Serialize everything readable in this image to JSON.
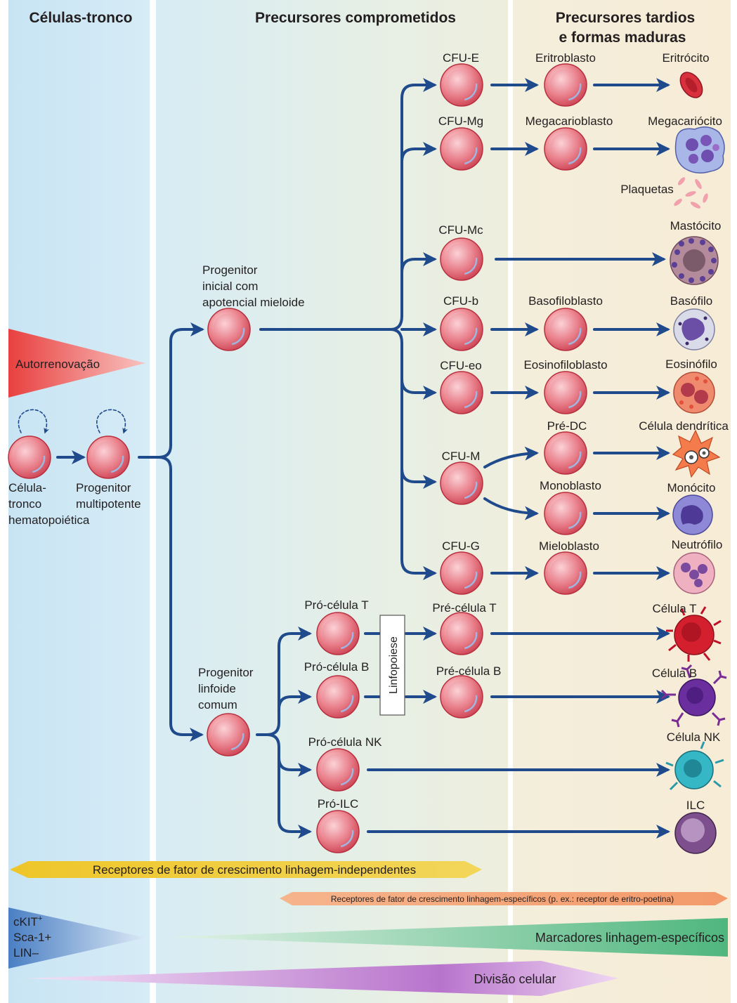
{
  "columns": {
    "stem": "Células-tronco",
    "committed": "Precursores comprometidos",
    "late_line1": "Precursores tardios",
    "late_line2": "e formas maduras"
  },
  "stem": {
    "hsc": [
      "Célula-",
      "tronco",
      "hematopoiética"
    ],
    "mpp": [
      "Progenitor",
      "multipotente"
    ],
    "self_renewal": "Autorrenovação"
  },
  "myeloid_progenitor": [
    "Progenitor",
    "inicial com",
    "apotencial mieloide"
  ],
  "lymphoid_progenitor": [
    "Progenitor",
    "linfoide",
    "comum"
  ],
  "myeloid_rows": [
    {
      "cfu": "CFU-E",
      "precursor": "Eritroblasto",
      "mature": "Eritrócito"
    },
    {
      "cfu": "CFU-Mg",
      "precursor": "Megacarioblasto",
      "mature": "Megacariócito"
    },
    {
      "cfu": "CFU-Mc",
      "precursor": "",
      "mature": "Mastócito"
    },
    {
      "cfu": "CFU-b",
      "precursor": "Basofiloblasto",
      "mature": "Basófilo"
    },
    {
      "cfu": "CFU-eo",
      "precursor": "Eosinofiloblasto",
      "mature": "Eosinófilo"
    },
    {
      "cfu": "CFU-M",
      "precursor": "Pré-DC",
      "mature": "Célula dendrítica"
    },
    {
      "cfu": "",
      "precursor": "Monoblasto",
      "mature": "Monócito"
    },
    {
      "cfu": "CFU-G",
      "precursor": "Mieloblasto",
      "mature": "Neutrófilo"
    }
  ],
  "platelets": "Plaquetas",
  "lymphoid_rows": [
    {
      "pro": "Pró-célula T",
      "pre": "Pré-célula T",
      "mature": "Célula T"
    },
    {
      "pro": "Pró-célula B",
      "pre": "Pré-célula B",
      "mature": "Célula B"
    },
    {
      "pro": "Pró-célula NK",
      "pre": "",
      "mature": "Célula NK"
    },
    {
      "pro": "Pró-ILC",
      "pre": "",
      "mature": "ILC"
    }
  ],
  "lymphopoiesis": "Linfopoiese",
  "bars": {
    "independent": "Receptores de fator de crescimento linhagem-independentes",
    "specific": "Receptores de fator de crescimento linhagem-específicos (p. ex.: receptor de eritro-poetina)",
    "markers": "Marcadores linhagem-específicos",
    "division": "Divisão celular"
  },
  "phenotype": {
    "line1": "cKIT",
    "line1_sup": "+",
    "line2": "Sca-1+",
    "line3": "LIN–"
  },
  "colors": {
    "arrow": "#1f4a8c",
    "stem_col": "#cfe6f3",
    "late_col": "#f4ecd9",
    "cell_fill": "#e8636f",
    "self_renewal": "#ec4a4a",
    "independent_bar": "#f1cf37",
    "specific_bar": "#f4a474",
    "markers_bar": "#63c08b",
    "division_bar": "#b071c4",
    "phenotype_bar": "#4a7fc4"
  }
}
